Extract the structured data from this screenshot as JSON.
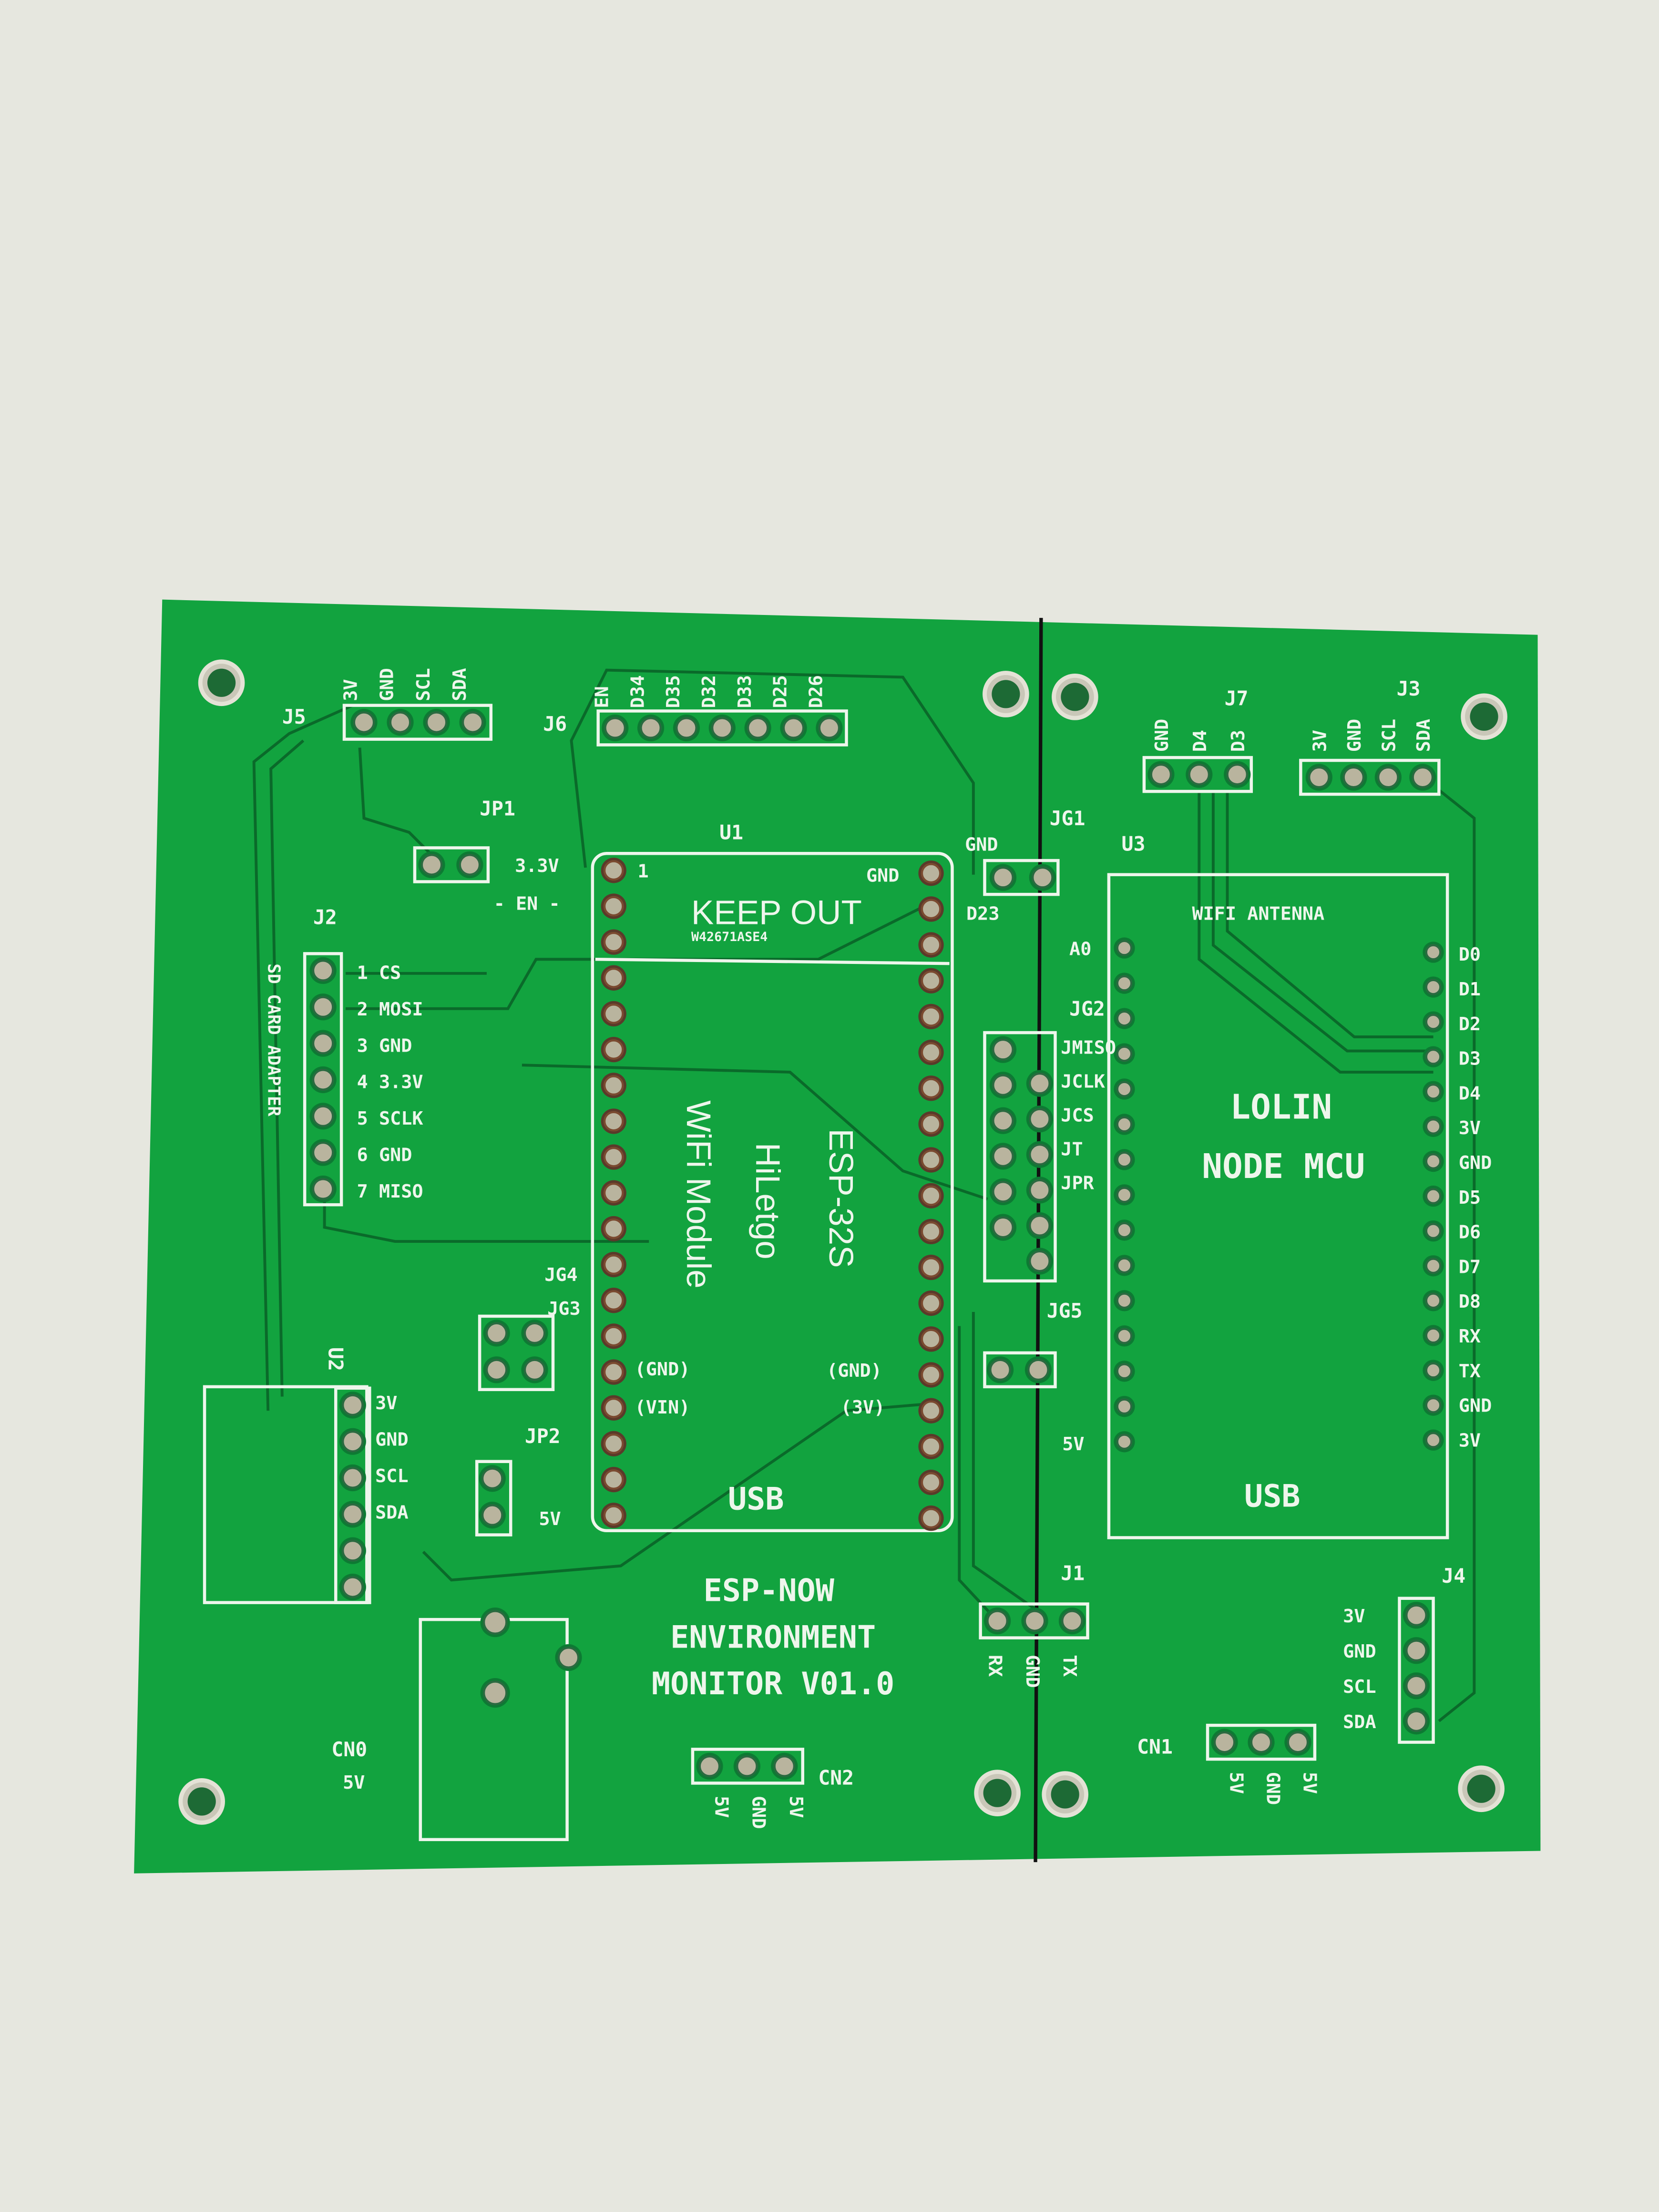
{
  "colors": {
    "background": "#e6e7df",
    "board": "#12a33f",
    "silkscreen": "#eef6ec",
    "pad": "#b9b49e",
    "trace": "#0a6a2a"
  },
  "board": {
    "title": [
      "ESP-NOW",
      "ENVIRONMENT",
      "MONITOR V01.0"
    ],
    "u1": {
      "ref": "U1",
      "keepout": "KEEP OUT",
      "code": "W42671ASE4",
      "pin1": "1",
      "gnd": "GND",
      "d23": "D23",
      "model": "ESP-32S",
      "brand": "HiLetgo",
      "desc": "WiFi Module",
      "gnd_l": "(GND)",
      "vin": "(VIN)",
      "gnd_r": "(GND)",
      "v3": "(3V)",
      "usb": "USB"
    },
    "u3": {
      "ref": "U3",
      "antenna": "WIFI ANTENNA",
      "name1": "LOLIN",
      "name2": "NODE MCU",
      "usb": "USB",
      "a0": "A0",
      "v5": "5V",
      "right_pins": [
        "D0",
        "D1",
        "D2",
        "D3",
        "D4",
        "3V",
        "GND",
        "D5",
        "D6",
        "D7",
        "D8",
        "RX",
        "TX",
        "GND",
        "3V"
      ]
    },
    "j5": {
      "ref": "J5",
      "pins": [
        "3V",
        "GND",
        "SCL",
        "SDA"
      ]
    },
    "j6": {
      "ref": "J6",
      "pins": [
        "EN",
        "D34",
        "D35",
        "D32",
        "D33",
        "D25",
        "D26"
      ]
    },
    "j7": {
      "ref": "J7",
      "pins": [
        "GND",
        "D4",
        "D3"
      ]
    },
    "j3": {
      "ref": "J3",
      "pins": [
        "3V",
        "GND",
        "SCL",
        "SDA"
      ]
    },
    "jp1": {
      "ref": "JP1",
      "v": "3.3V",
      "en": "- EN -"
    },
    "j2": {
      "ref": "J2",
      "side": "SD CARD ADAPTER",
      "pins": [
        "1 CS",
        "2 MOSI",
        "3 GND",
        "4 3.3V",
        "5 SCLK",
        "6 GND",
        "7 MISO"
      ]
    },
    "jg1": {
      "ref": "JG1",
      "gnd": "GND"
    },
    "jg2": {
      "ref": "JG2",
      "pins": [
        "JMISO",
        "JCLK",
        "JCS",
        "JT",
        "JPR"
      ]
    },
    "jg3": "JG3",
    "jg4": "JG4",
    "jg5": "JG5",
    "jp2": {
      "ref": "JP2",
      "v": "5V"
    },
    "u2": {
      "ref": "U2",
      "pins": [
        "3V",
        "GND",
        "SCL",
        "SDA"
      ]
    },
    "j1": {
      "ref": "J1",
      "pins": [
        "RX",
        "GND",
        "TX"
      ]
    },
    "j4": {
      "ref": "J4",
      "pins": [
        "3V",
        "GND",
        "SCL",
        "SDA"
      ]
    },
    "cn0": {
      "ref": "CN0",
      "v": "5V"
    },
    "cn1": {
      "ref": "CN1",
      "pins": [
        "5V",
        "GND",
        "5V"
      ]
    },
    "cn2": {
      "ref": "CN2",
      "pins": [
        "5V",
        "GND",
        "5V"
      ]
    }
  }
}
